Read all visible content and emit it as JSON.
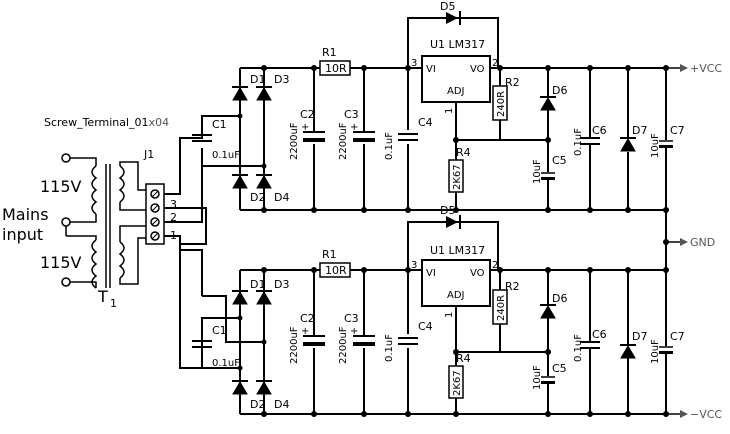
{
  "left": {
    "connector": "Screw_Terminal_01",
    "connector_count": "x04",
    "j1": "J1",
    "pins": [
      "3",
      "2",
      "1"
    ],
    "v_top": "115V",
    "v_bottom": "115V",
    "mains": "Mains",
    "input": "input",
    "transformer": "T",
    "transformer_sub": "1"
  },
  "rails": {
    "pos": "+VCC",
    "neg": "−VCC",
    "gnd": "GND"
  },
  "top": {
    "d1": "D1",
    "d2": "D2",
    "d3": "D3",
    "d4": "D4",
    "c1": "C1",
    "c1v": "0.1uF",
    "r1": "R1",
    "r1v": "10R",
    "c2": "C2",
    "c2v": "2200uF",
    "c3": "C3",
    "c3v": "2200uF",
    "c4": "C4",
    "c4v": "0.1uF",
    "d5": "D5",
    "u1": "U1 LM317",
    "vi": "VI",
    "vo": "VO",
    "adj": "ADJ",
    "pin3": "3",
    "pin2": "2",
    "pin1": "1",
    "r2": "R2",
    "r2v": "240R",
    "r4": "R4",
    "r4v": "2K67",
    "d6": "D6",
    "c5": "C5",
    "c5v": "10uF",
    "c6": "C6",
    "c6v": "0.1uF",
    "d7": "D7",
    "c7": "C7",
    "c7v": "10uF"
  },
  "bottom": {
    "d1": "D1",
    "d2": "D2",
    "d3": "D3",
    "d4": "D4",
    "c1": "C1",
    "c1v": "0.1uF",
    "r1": "R1",
    "r1v": "10R",
    "c2": "C2",
    "c2v": "2200uF",
    "c3": "C3",
    "c3v": "2200uF",
    "c4": "C4",
    "c4v": "0.1uF",
    "d5": "D5",
    "u1": "U1 LM317",
    "vi": "VI",
    "vo": "VO",
    "adj": "ADJ",
    "pin3": "3",
    "pin2": "2",
    "pin1": "1",
    "r2": "R2",
    "r2v": "240R",
    "r4": "R4",
    "r4v": "2K67",
    "d6": "D6",
    "c5": "C5",
    "c5v": "10uF",
    "c6": "C6",
    "c6v": "0.1uF",
    "d7": "D7",
    "c7": "C7",
    "c7v": "10uF"
  }
}
